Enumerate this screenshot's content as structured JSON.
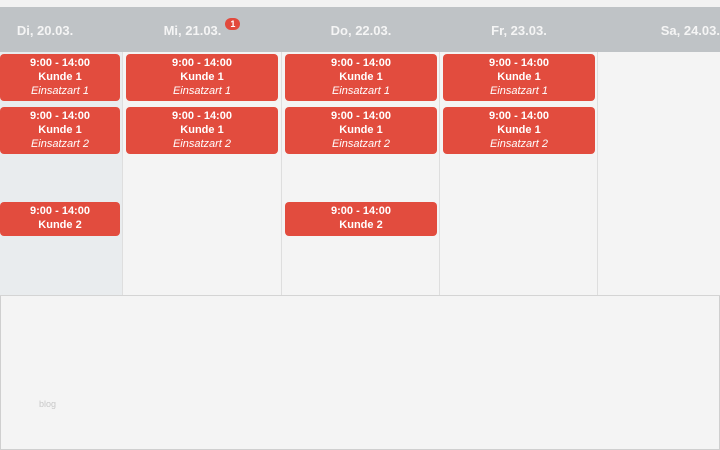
{
  "days": [
    {
      "label": "Di, 20.03."
    },
    {
      "label": "Mi, 21.03.",
      "badge": "1"
    },
    {
      "label": "Do, 22.03."
    },
    {
      "label": "Fr, 23.03."
    },
    {
      "label": "Sa, 24.03."
    }
  ],
  "events": [
    {
      "time": "9:00 - 14:00",
      "customer": "Kunde 1",
      "type": "Einsatzart 1"
    },
    {
      "time": "9:00 - 14:00",
      "customer": "Kunde 1",
      "type": "Einsatzart 2"
    },
    {
      "time": "9:00 - 14:00",
      "customer": "Kunde 2"
    },
    {
      "time": "9:00 - 14:00",
      "customer": "Kunde 1",
      "type": "Einsatzart 1"
    },
    {
      "time": "9:00 - 14:00",
      "customer": "Kunde 1",
      "type": "Einsatzart 2"
    },
    {
      "time": "9:00 - 14:00",
      "customer": "Kunde 1",
      "type": "Einsatzart 1"
    },
    {
      "time": "9:00 - 14:00",
      "customer": "Kunde 1",
      "type": "Einsatzart 2"
    },
    {
      "time": "9:00 - 14:00",
      "customer": "Kunde 2"
    },
    {
      "time": "9:00 - 14:00",
      "customer": "Kunde 1",
      "type": "Einsatzart 1"
    },
    {
      "time": "9:00 - 14:00",
      "customer": "Kunde 1",
      "type": "Einsatzart 2"
    }
  ],
  "watermark": "blog",
  "colors": {
    "event": "#e24c3e",
    "header": "#bfc3c6"
  }
}
